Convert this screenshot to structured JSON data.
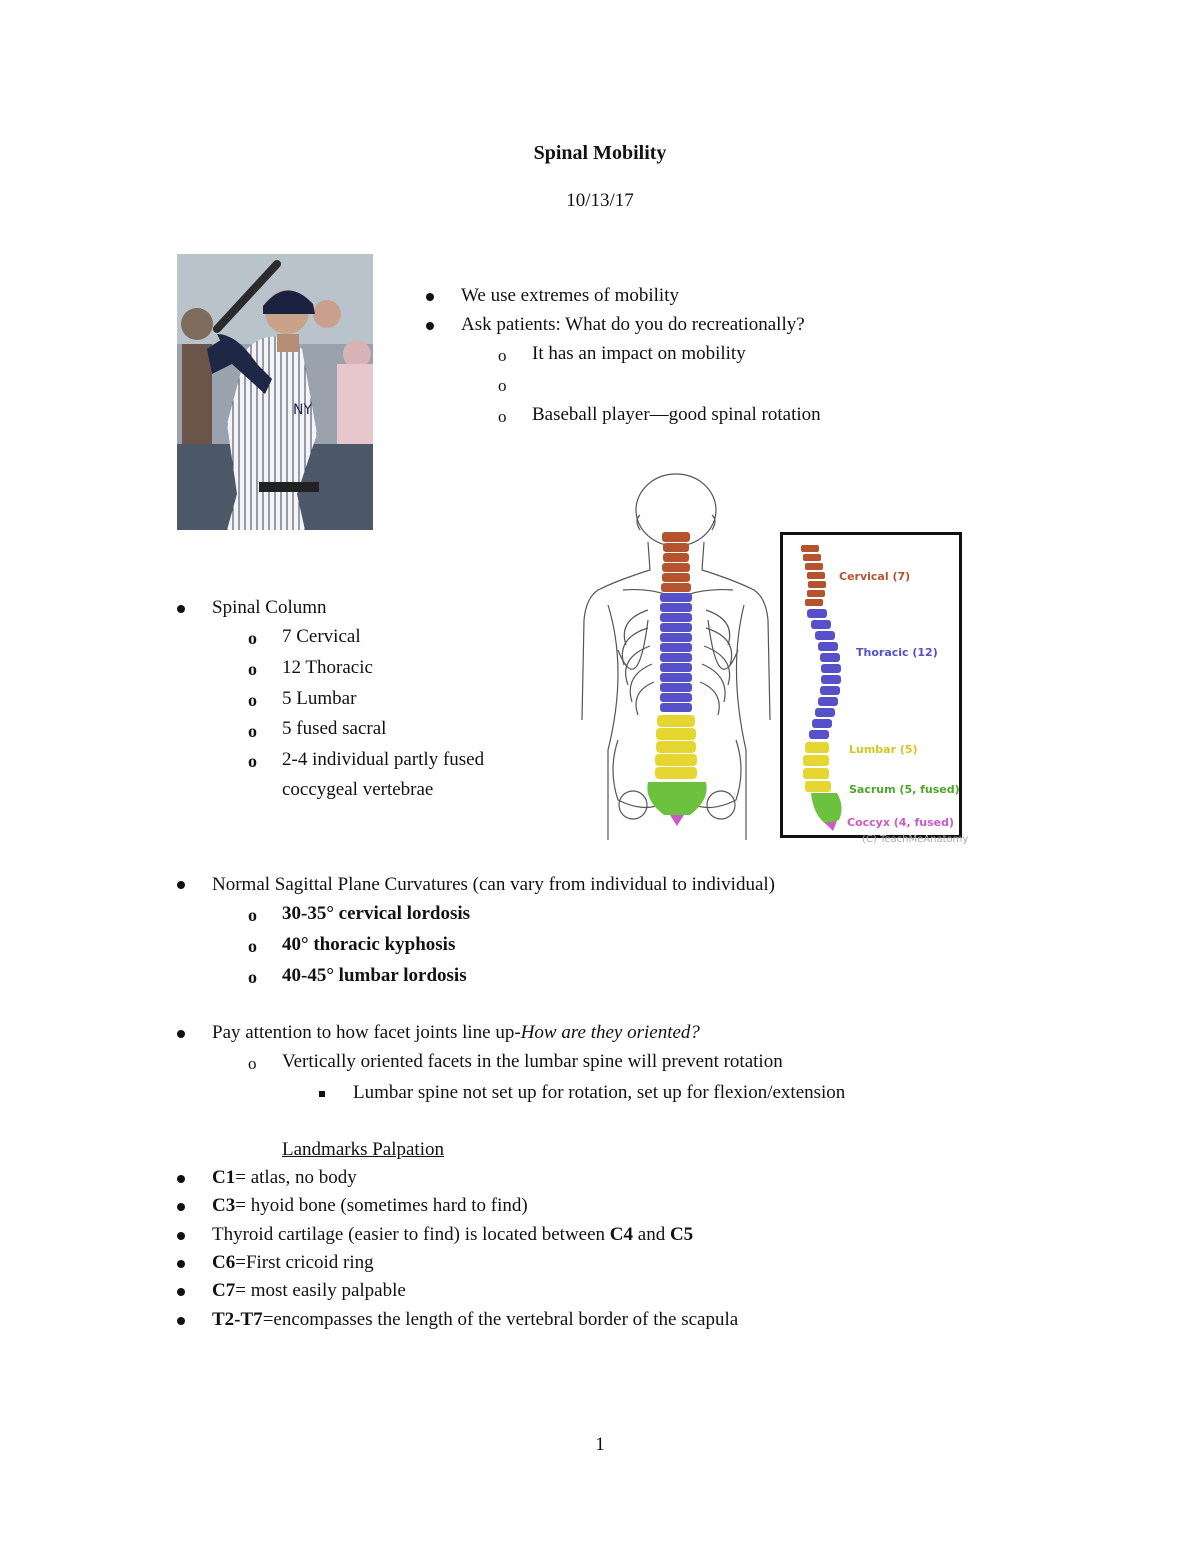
{
  "title": "Spinal Mobility",
  "date": "10/13/17",
  "intro": {
    "bullets": [
      "We use extremes of mobility",
      "Ask patients: What do you do recreationally?"
    ],
    "sub": [
      "It has an impact on mobility",
      "",
      "Baseball player—good spinal rotation"
    ],
    "sub_marker": "o"
  },
  "spinal_column": {
    "heading": "Spinal Column",
    "items": [
      "7 Cervical",
      "12 Thoracic",
      "5 Lumbar",
      "5 fused sacral",
      "2-4 individual partly fused",
      "coccygeal vertebrae"
    ]
  },
  "diagram": {
    "labels": {
      "cervical": "Cervical (7)",
      "thoracic": "Thoracic (12)",
      "lumbar": "Lumbar (5)",
      "sacrum": "Sacrum (5, fused)",
      "coccyx": "Coccyx (4, fused)"
    },
    "watermark": "(C) TeachMeAnatomy",
    "colors": {
      "cervical": "#b5532e",
      "thoracic": "#5650c9",
      "lumbar": "#e6d631",
      "sacrum": "#6cc23f",
      "coccyx": "#c95bc6"
    }
  },
  "curvatures": {
    "heading": "Normal Sagittal Plane Curvatures (can vary from individual to individual)",
    "items": [
      "30-35° cervical lordosis",
      "40° thoracic kyphosis",
      "40-45° lumbar lordosis"
    ]
  },
  "facets": {
    "heading_plain": "Pay attention to how facet joints line up-",
    "heading_italic": "How are they oriented?",
    "sub": "Vertically oriented facets in the lumbar spine will prevent rotation",
    "subsub": "Lumbar spine not set up for rotation, set up for flexion/extension"
  },
  "landmarks": {
    "heading": "Landmarks Palpation",
    "items": [
      {
        "bold": "C1",
        "text": "= atlas, no body"
      },
      {
        "bold": "C3",
        "text": "= hyoid bone (sometimes hard to find)"
      },
      {
        "text": "Thyroid cartilage (easier to find) is located between ",
        "bold2": "C4",
        "mid": " and ",
        "bold3": "C5"
      },
      {
        "bold": "C6",
        "text": "=First cricoid ring"
      },
      {
        "bold": "C7",
        "text": "= most easily palpable"
      },
      {
        "bold": "T2-T7",
        "text": "=encompasses the length of the vertebral border of the scapula"
      }
    ]
  },
  "page_number": "1"
}
